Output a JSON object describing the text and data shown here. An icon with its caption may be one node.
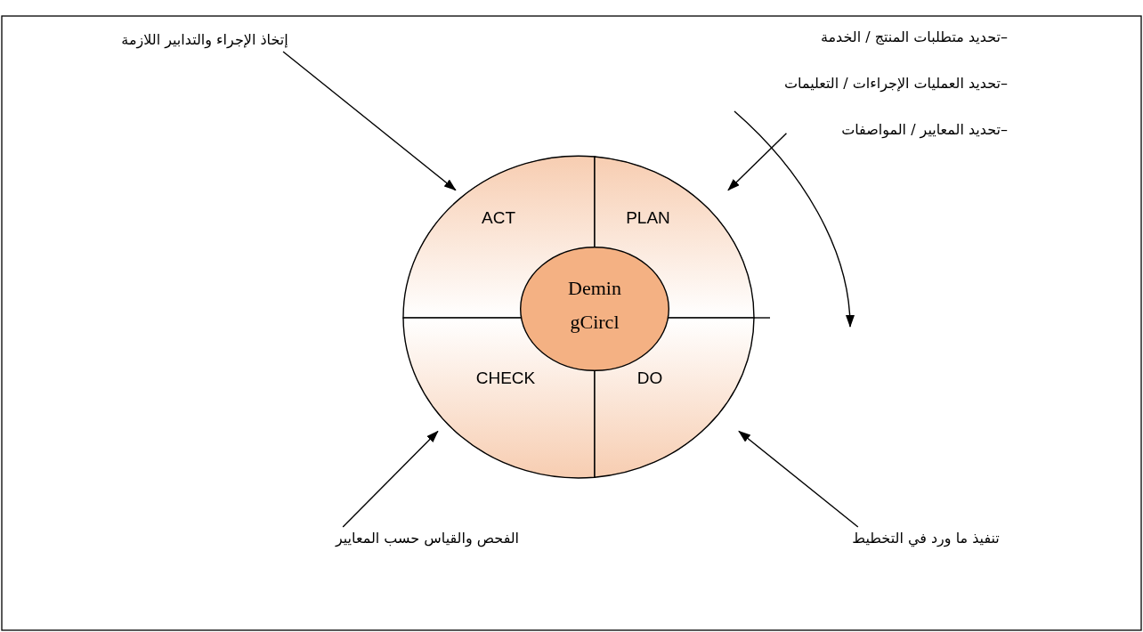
{
  "diagram": {
    "nodes": [
      {
        "text": [],
        "shape": "circle"
      },
      {
        "text": [
          "ACT"
        ],
        "in": 0
      },
      {
        "text": [
          "PLAN"
        ],
        "in": 0
      },
      {
        "text": [
          "CHECK"
        ],
        "in": 0
      },
      {
        "text": [
          "DO"
        ],
        "in": 0
      },
      {
        "text": [
          "Demin gCircl"
        ],
        "in": 0
      },
      {
        "text": [
          "إتخاذ الإجراء والتدابير اللازمة"
        ]
      },
      {
        "text": [
          "–تحديد متطلبات المنتج / الخدمة",
          "–تحديد العمليات الإجراءات / التعليمات",
          "–تحديد المعايير / المواصفات"
        ]
      },
      {
        "text": [
          "الفحص والقياس حسب المعايير"
        ]
      },
      {
        "text": [
          "تنفيذ ما ورد في التخطيط"
        ]
      }
    ],
    "edges": [
      {
        "from": 6,
        "to": 1,
        "arrow": "to"
      },
      {
        "from": 7,
        "to": 2,
        "arrow": "to"
      },
      {
        "from": 8,
        "to": 3,
        "arrow": "to"
      },
      {
        "from": 9,
        "to": 4,
        "arrow": "to"
      }
    ]
  }
}
